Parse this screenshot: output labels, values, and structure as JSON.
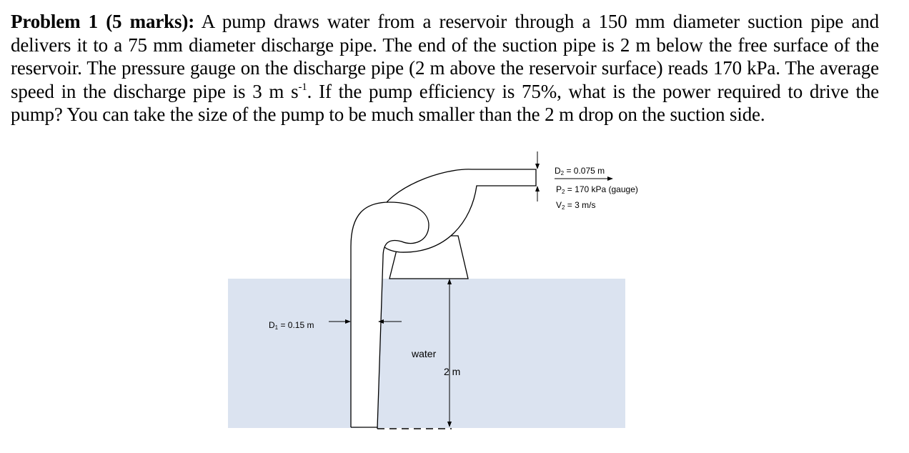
{
  "problem": {
    "title": "Problem 1 (5 marks):",
    "text_1": "A pump draws water from a reservoir through a 150 mm diameter suction pipe and delivers it to a 75 mm diameter discharge pipe.  The end of the suction pipe is 2 m below the free surface of the reservoir.  The pressure gauge on the discharge pipe (2 m above the reservoir surface) reads 170 kPa. The average speed in the discharge pipe is 3 m s",
    "superscript": "-1",
    "text_2": ".  If the pump efficiency is 75%, what is the power required to drive the pump? You can take the size of the pump to be much smaller than the 2 m drop on the suction side."
  },
  "diagram": {
    "d2": {
      "symbol": "D",
      "sub": "2",
      "value": " = 0.075 m"
    },
    "p2": {
      "symbol": "P",
      "sub": "2",
      "value": " = 170 kPa (gauge)"
    },
    "v2": {
      "symbol": "V",
      "sub": "2",
      "value": " = 3 m/s"
    },
    "d1": {
      "symbol": "D",
      "sub": "1",
      "value": " = 0.15 m"
    },
    "water_label": "water",
    "depth_label": "2 m"
  },
  "colors": {
    "water": "#dbe3f0",
    "line": "#000000"
  }
}
